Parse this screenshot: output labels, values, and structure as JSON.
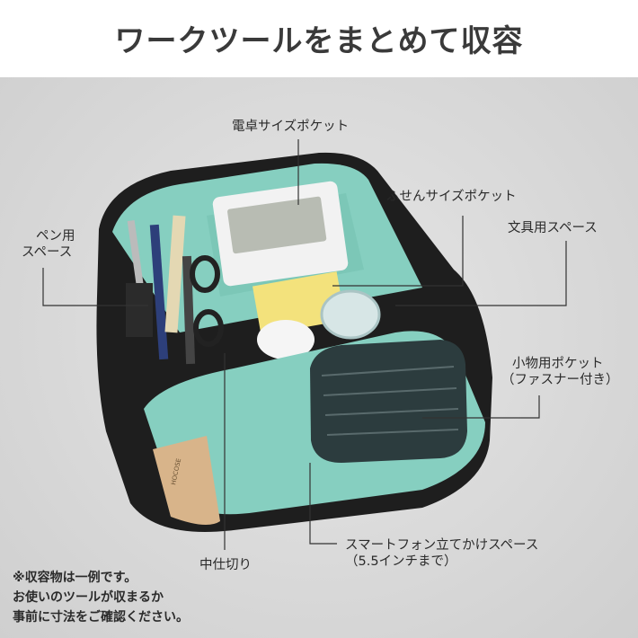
{
  "title": "ワークツールをまとめて収容",
  "labels": {
    "calculator_pocket": "電卓サイズポケット",
    "sticky_pocket": "ふせんサイズポケット",
    "pen_space_1": "ペン用",
    "pen_space_2": "スペース",
    "stationery_space": "文具用スペース",
    "small_pocket_1": "小物用ポケット",
    "small_pocket_2": "（ファスナー付き）",
    "divider": "中仕切り",
    "phone_stand_1": "スマートフォン立てかけスペース",
    "phone_stand_2": "（5.5インチまで）"
  },
  "note": {
    "line1": "※収容物は一例です。",
    "line2": "お使いのツールが収まるか",
    "line3": "事前に寸法をご確認ください。"
  },
  "tag_text": "HOCOSE",
  "colors": {
    "lining": "#86cfc0",
    "lining_dark": "#5fb5a4",
    "bag": "#1e1e1e",
    "tag": "#d8b48a"
  }
}
